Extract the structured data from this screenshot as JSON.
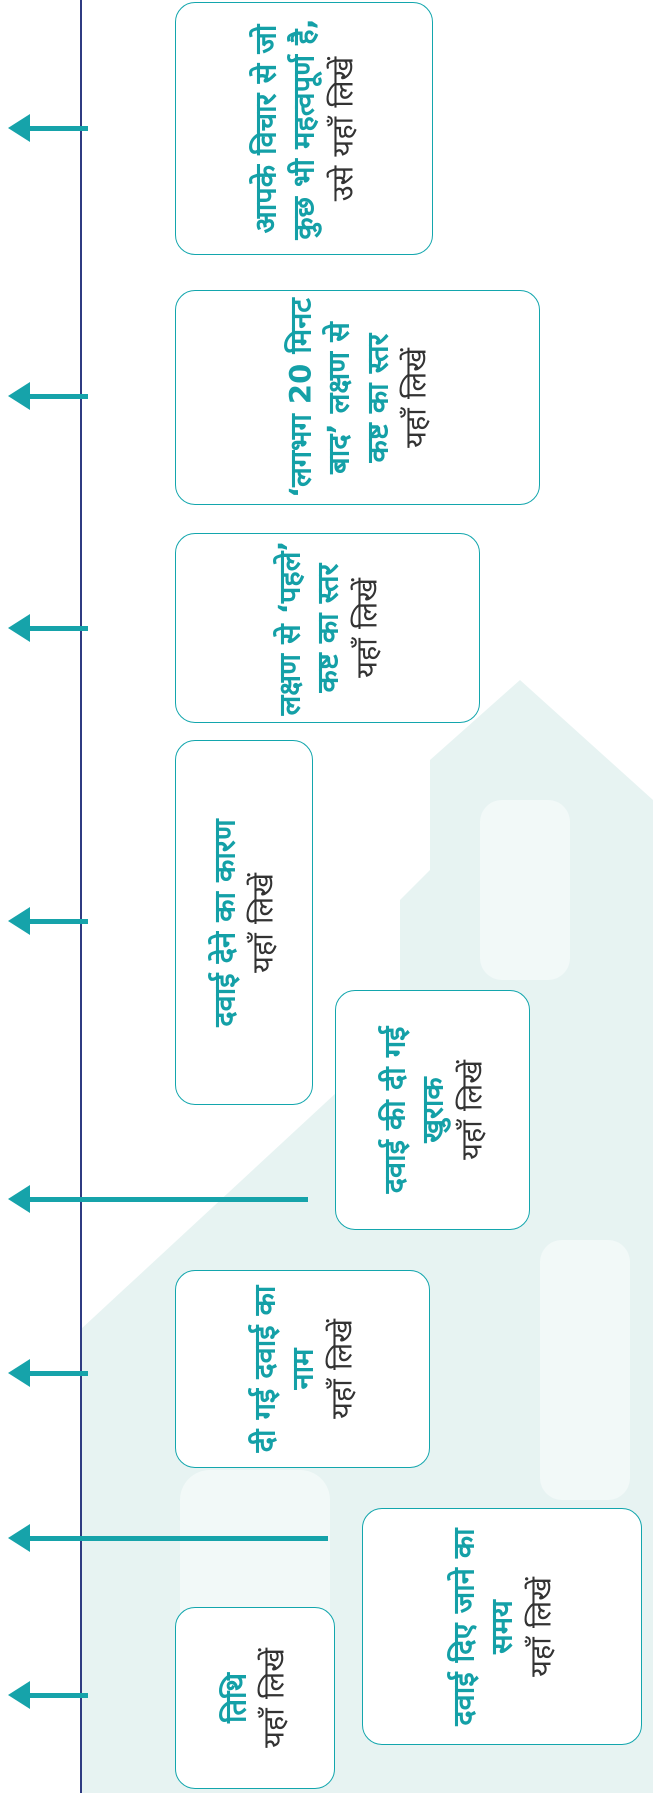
{
  "colors": {
    "teal": "#14a0a7",
    "line": "#2f3b82",
    "text": "#333333",
    "background_house": "#e6f3f2"
  },
  "icons": {
    "arrow": "arrow-left-icon",
    "background": "house-shape-icon"
  },
  "boxes": [
    {
      "bold": "आपके विचार से जो कुछ भी महत्वपूर्ण है,",
      "normal": "उसे यहाँ लिखें"
    },
    {
      "bold": "‘लगभग 20 मिनट बाद’ लक्षण से कष्ट का स्तर",
      "normal": "यहाँ लिखें"
    },
    {
      "bold": "लक्षण से ‘पहले’ कष्ट का स्तर",
      "normal": "यहाँ लिखें"
    },
    {
      "bold": "दवाई देने का कारण",
      "normal": "यहाँ लिखें"
    },
    {
      "bold": "दवाई की दी गई खुराक",
      "normal": "यहाँ लिखें"
    },
    {
      "bold": "दी गई दवाई का नाम",
      "normal": "यहाँ लिखें"
    },
    {
      "bold": "दवाई दिए जाने का समय",
      "normal": "यहाँ लिखें"
    },
    {
      "bold": "तिथि",
      "normal": "यहाँ लिखें"
    }
  ]
}
